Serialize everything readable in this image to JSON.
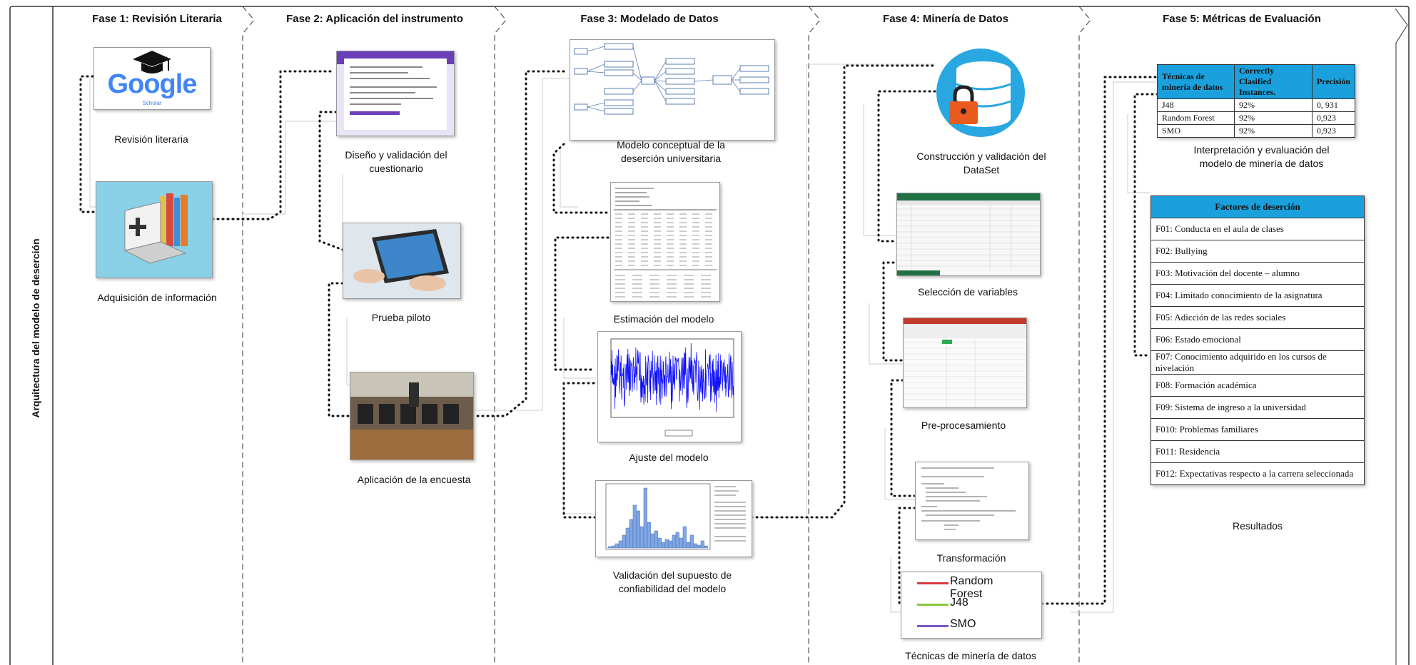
{
  "side_title": "Arquitectura del modelo de deserción",
  "phases": [
    {
      "title": "Fase 1: Revisión Literaria",
      "items": [
        "Revisión literaria",
        "Adquisición de información"
      ]
    },
    {
      "title": "Fase 2: Aplicación del instrumento",
      "items": [
        "Diseño y validación del cuestionario",
        "Prueba piloto",
        "Aplicación de la encuesta"
      ]
    },
    {
      "title": "Fase 3: Modelado de Datos",
      "items": [
        "Modelo conceptual de la deserción universitaria",
        "Estimación del modelo",
        "Ajuste del modelo",
        "Validación del supuesto de confiabilidad del modelo"
      ]
    },
    {
      "title": "Fase 4: Minería de Datos",
      "items": [
        "Construcción y validación del DataSet",
        "Selección de variables",
        "Pre-procesamiento",
        "Transformación",
        "Técnicas de minería de datos"
      ]
    },
    {
      "title": "Fase 5: Métricas de Evaluación",
      "items": [
        "Interpretación y evaluación del modelo de minería de datos",
        "Resultados"
      ]
    }
  ],
  "google": {
    "logo": "Google",
    "sub": "Scholar"
  },
  "metrics_table": {
    "headers": [
      "Técnicas de minería de datos",
      "Correctly Clasified Instances.",
      "Precisión"
    ],
    "rows": [
      [
        "J48",
        "92%",
        "0, 931"
      ],
      [
        "Random Forest",
        "92%",
        "0,923"
      ],
      [
        "SMO",
        "92%",
        "0,923"
      ]
    ]
  },
  "factors_table": {
    "header": "Factores de deserción",
    "rows": [
      "F01: Conducta en el aula de clases",
      "F02: Bullying",
      "F03: Motivación del docente – alumno",
      "F04: Limitado conocimiento de la asignatura",
      "F05: Adicción de las redes sociales",
      "F06: Estado emocional",
      "F07: Conocimiento adquirido en los cursos de nivelación",
      "F08: Formación académica",
      "F09: Sistema de ingreso a la universidad",
      "F010: Problemas familiares",
      "F011: Residencia",
      "F012: Expectativas respecto a la carrera seleccionada"
    ]
  },
  "legend": [
    {
      "label": "Random Forest",
      "color": "#d83a3a"
    },
    {
      "label": "J48",
      "color": "#8cc63f"
    },
    {
      "label": "SMO",
      "color": "#7e57c2"
    }
  ],
  "icons": [
    "graduation-cap-icon",
    "laptop-books-icon",
    "tablet-hand-icon",
    "computer-lab-icon",
    "database-lock-icon"
  ],
  "colors": {
    "accent_blue": "#1aa0dc",
    "line_blue": "#1010ff",
    "bar_blue": "#7fa7e6"
  }
}
